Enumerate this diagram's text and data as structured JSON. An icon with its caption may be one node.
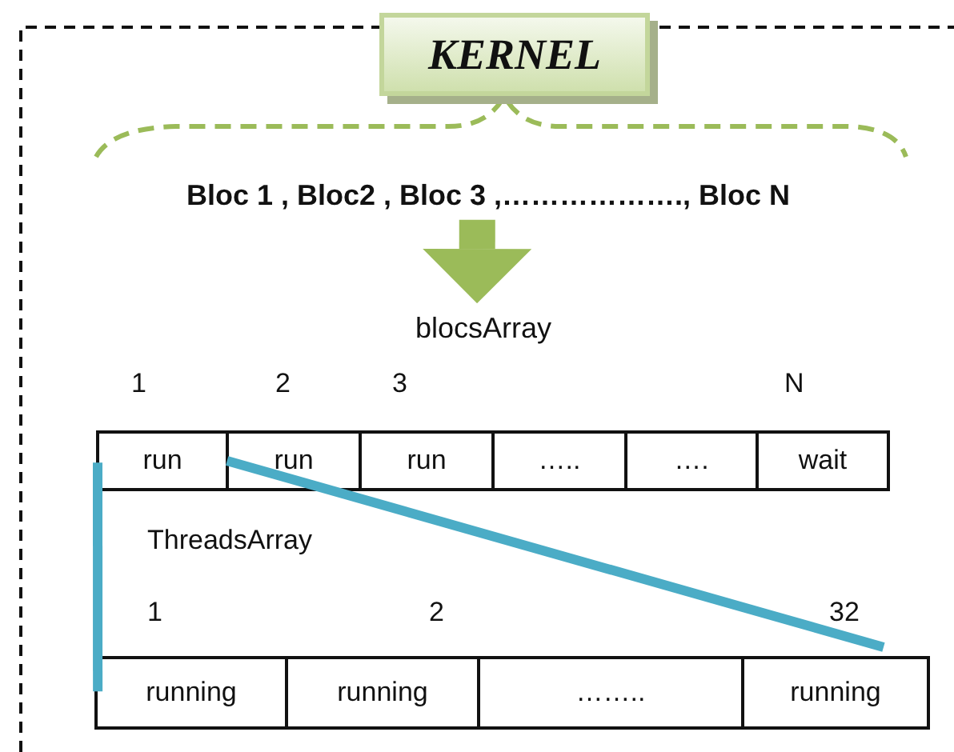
{
  "diagram": {
    "nodes": [
      {
        "text": [
          "KERNEL"
        ]
      },
      {
        "text": [
          "Bloc 1 , Bloc2 , Bloc 3 ,………………., Bloc N"
        ]
      },
      {
        "text": [
          "blocsArray"
        ]
      },
      {
        "text": [
          "run"
        ]
      },
      {
        "text": [
          "run"
        ]
      },
      {
        "text": [
          "run"
        ]
      },
      {
        "text": [
          "….."
        ]
      },
      {
        "text": [
          "…."
        ]
      },
      {
        "text": [
          "wait"
        ]
      },
      {
        "text": [
          "running"
        ]
      },
      {
        "text": [
          "running"
        ]
      },
      {
        "text": [
          "…….."
        ]
      },
      {
        "text": [
          "running"
        ]
      }
    ],
    "edges": [
      {
        "from": 1,
        "to": 2,
        "arrow": "to",
        "style": "thick",
        "color": "#9bbb59"
      },
      {
        "from": 3,
        "to": 9,
        "arrow": "none",
        "color": "#4bacc6"
      },
      {
        "from": 4,
        "to": 12,
        "arrow": "none",
        "color": "#4bacc6"
      }
    ],
    "labels": [
      "1",
      "2",
      "3",
      "N",
      "ThreadsArray",
      "1",
      "2",
      "32"
    ]
  }
}
